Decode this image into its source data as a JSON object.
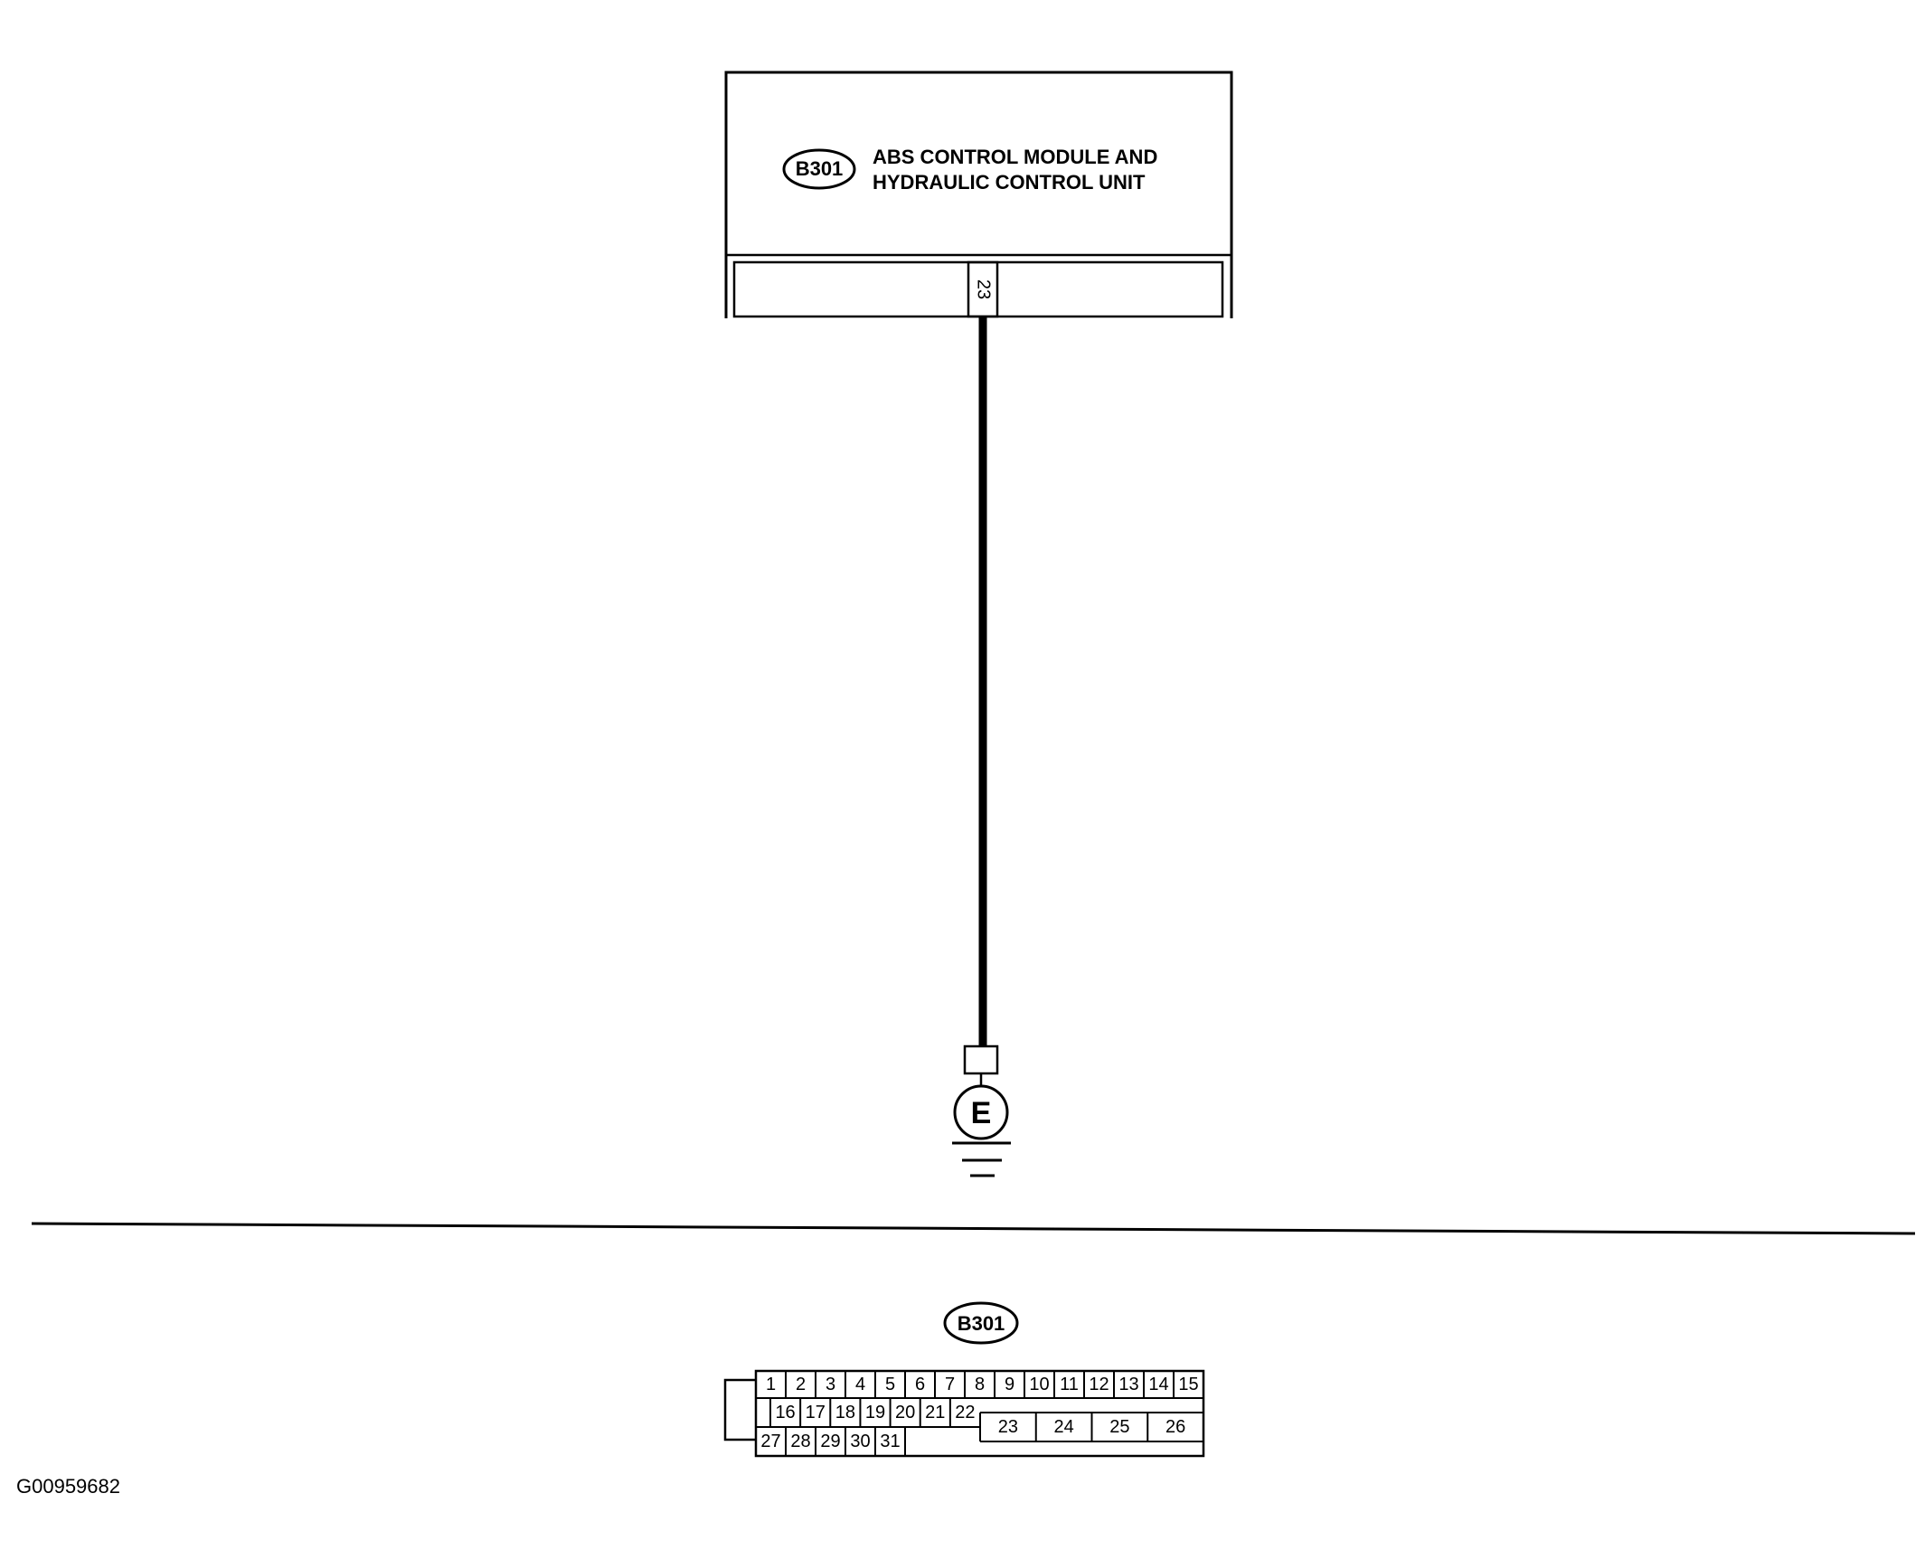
{
  "module": {
    "connector_id": "B301",
    "title_line1": "ABS CONTROL MODULE AND",
    "title_line2": "HYDRAULIC CONTROL UNIT",
    "terminal": "23"
  },
  "ground": {
    "label": "E"
  },
  "connector_view": {
    "connector_id": "B301",
    "row1": [
      "1",
      "2",
      "3",
      "4",
      "5",
      "6",
      "7",
      "8",
      "9",
      "10",
      "11",
      "12",
      "13",
      "14",
      "15"
    ],
    "row2": [
      "16",
      "17",
      "18",
      "19",
      "20",
      "21",
      "22"
    ],
    "row3": [
      "27",
      "28",
      "29",
      "30",
      "31"
    ],
    "large": [
      "23",
      "24",
      "25",
      "26"
    ]
  },
  "figure_code": "G00959682",
  "colors": {
    "line": "#000000",
    "background": "#ffffff"
  }
}
